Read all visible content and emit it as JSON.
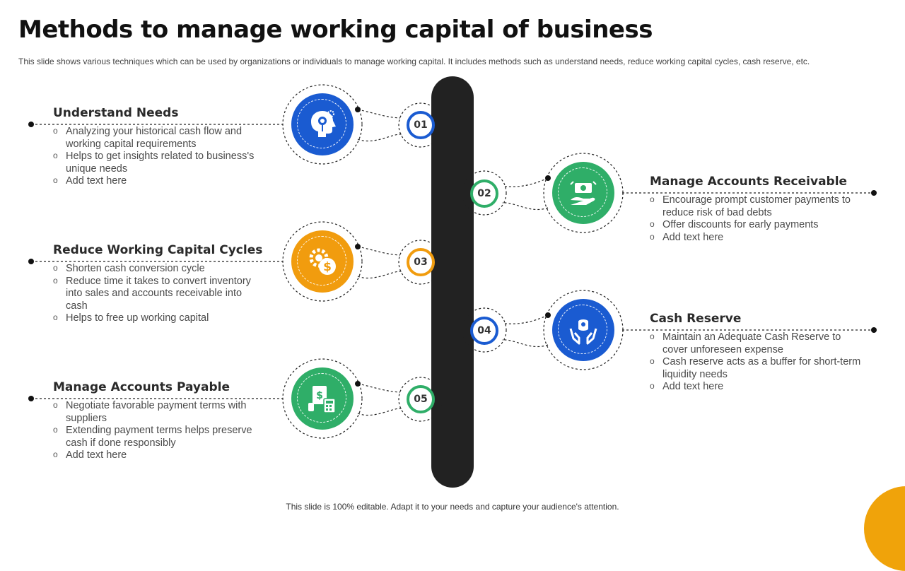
{
  "title": "Methods to manage working capital of business",
  "subtitle": "This slide shows various techniques which can be used by organizations or individuals to manage working capital. It includes methods such as understand needs, reduce working capital cycles, cash reserve, etc.",
  "footer": "This slide is 100% editable. Adapt it to your needs and capture your audience's attention.",
  "colors": {
    "blue": "#1a5bd1",
    "green": "#2fae68",
    "orange": "#f19c0e",
    "spine": "#222222",
    "corner": "#f0a30a"
  },
  "steps": [
    {
      "number": "01",
      "heading": "Understand Needs",
      "color": "#1a5bd1",
      "icon": "head-gear-icon",
      "bullets": [
        "Analyzing your historical cash flow and working capital requirements",
        "Helps to get insights related to business's unique needs",
        "Add text here"
      ]
    },
    {
      "number": "02",
      "heading": "Manage Accounts Receivable",
      "color": "#2fae68",
      "icon": "hand-receiving-money-icon",
      "bullets": [
        "Encourage prompt customer payments to reduce risk of bad debts",
        "Offer discounts for early payments",
        "Add text here"
      ]
    },
    {
      "number": "03",
      "heading": "Reduce Working Capital Cycles",
      "color": "#f19c0e",
      "icon": "gear-dollar-icon",
      "bullets": [
        "Shorten cash conversion cycle",
        "Reduce time it takes to convert inventory into sales and accounts receivable into cash",
        "Helps to free up working capital"
      ]
    },
    {
      "number": "04",
      "heading": "Cash Reserve",
      "color": "#1a5bd1",
      "icon": "hands-coins-icon",
      "bullets": [
        "Maintain an Adequate Cash Reserve to cover unforeseen expense",
        "Cash reserve acts as a buffer for short-term liquidity needs",
        "Add text here"
      ]
    },
    {
      "number": "05",
      "heading": "Manage Accounts Payable",
      "color": "#2fae68",
      "icon": "bill-calculator-icon",
      "bullets": [
        "Negotiate favorable payment terms with suppliers",
        "Extending payment terms helps preserve cash if done responsibly",
        "Add text here"
      ]
    }
  ]
}
